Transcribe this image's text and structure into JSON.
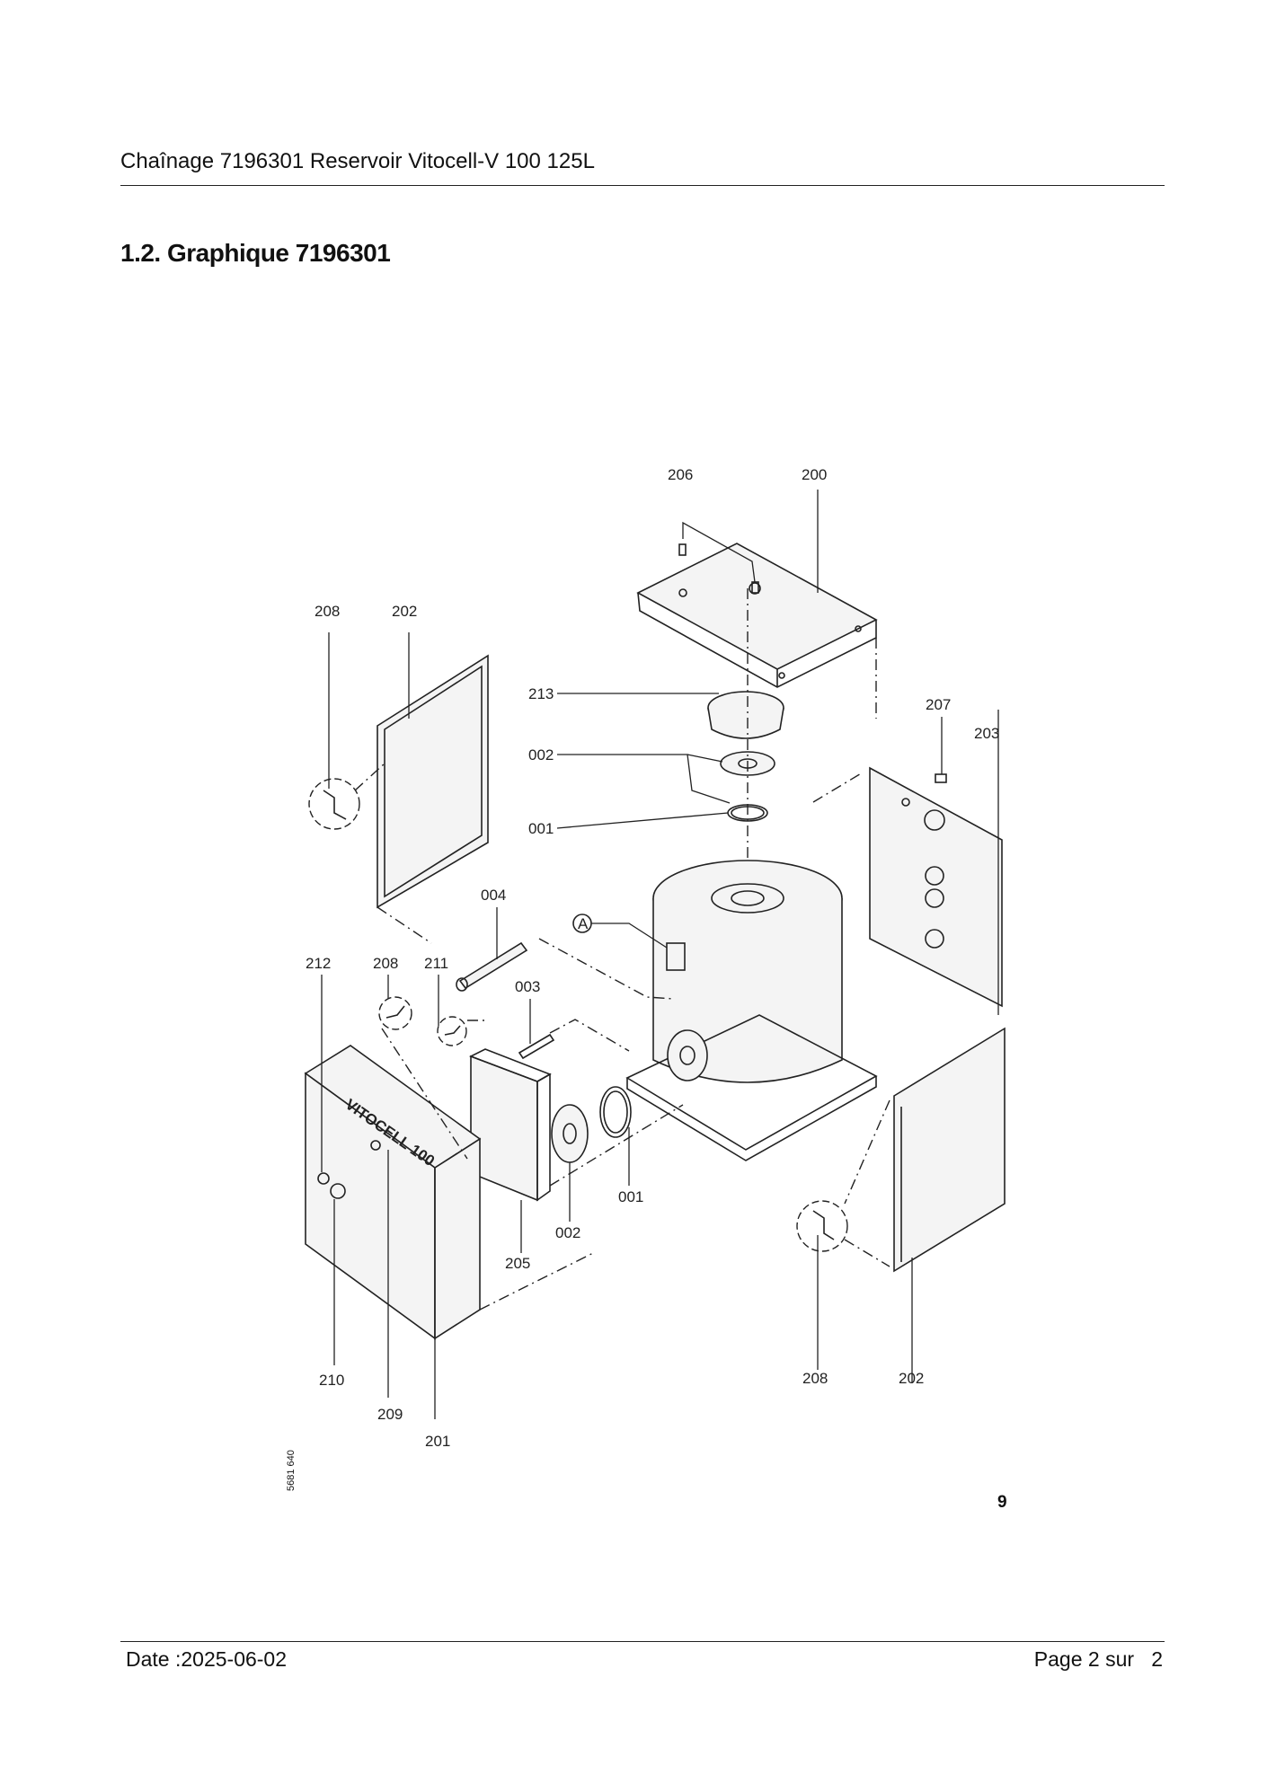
{
  "header": {
    "title": "Chaînage 7196301 Reservoir Vitocell-V 100 125L"
  },
  "section": {
    "heading": "1.2. Graphique 7196301"
  },
  "diagram": {
    "callouts": {
      "c206": "206",
      "c200": "200",
      "c208_tl": "208",
      "c202_tl": "202",
      "c213": "213",
      "c002_top": "002",
      "c001_top": "001",
      "c207": "207",
      "c203": "203",
      "c004": "004",
      "cA": "A",
      "c212": "212",
      "c208_ml": "208",
      "c211": "211",
      "c003": "003",
      "c001_bot": "001",
      "c002_bot": "002",
      "c205": "205",
      "c210": "210",
      "c209": "209",
      "c201": "201",
      "c208_br": "208",
      "c202_br": "202"
    },
    "brand_marking": "VITOCELL 100",
    "drawing_code": "5681 640",
    "figure_number": "9"
  },
  "footer": {
    "date": "Date :2025-06-02",
    "page": "Page 2 sur   2"
  }
}
